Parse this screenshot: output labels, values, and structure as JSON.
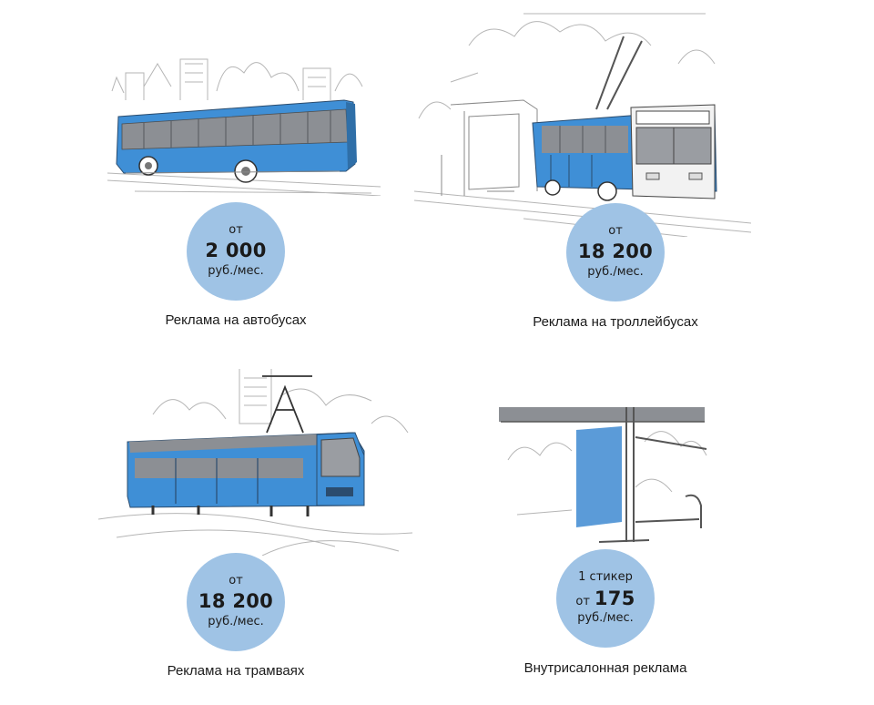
{
  "cards": [
    {
      "prefix": "от",
      "price": "2 000",
      "unit": "руб./мес.",
      "title": "Реклама на автобусах",
      "icon": "bus-illustration-icon"
    },
    {
      "prefix": "от",
      "price": "18 200",
      "unit": "руб./мес.",
      "title": "Реклама на троллейбусах",
      "icon": "trolleybus-illustration-icon"
    },
    {
      "prefix": "от",
      "price": "18 200",
      "unit": "руб./мес.",
      "title": "Реклама на трамваях",
      "icon": "tram-illustration-icon"
    },
    {
      "line1": "1 стикер",
      "prefix": "от",
      "price": "175",
      "unit": "руб./мес.",
      "title": "Внутрисалонная реклама",
      "icon": "interior-sticker-illustration-icon"
    }
  ],
  "colors": {
    "vehicle_blue": "#3f8fd6",
    "vehicle_gray": "#8c8f94",
    "circle_fill": "#9fc3e5",
    "sticker_blue": "#5b9bd8"
  }
}
